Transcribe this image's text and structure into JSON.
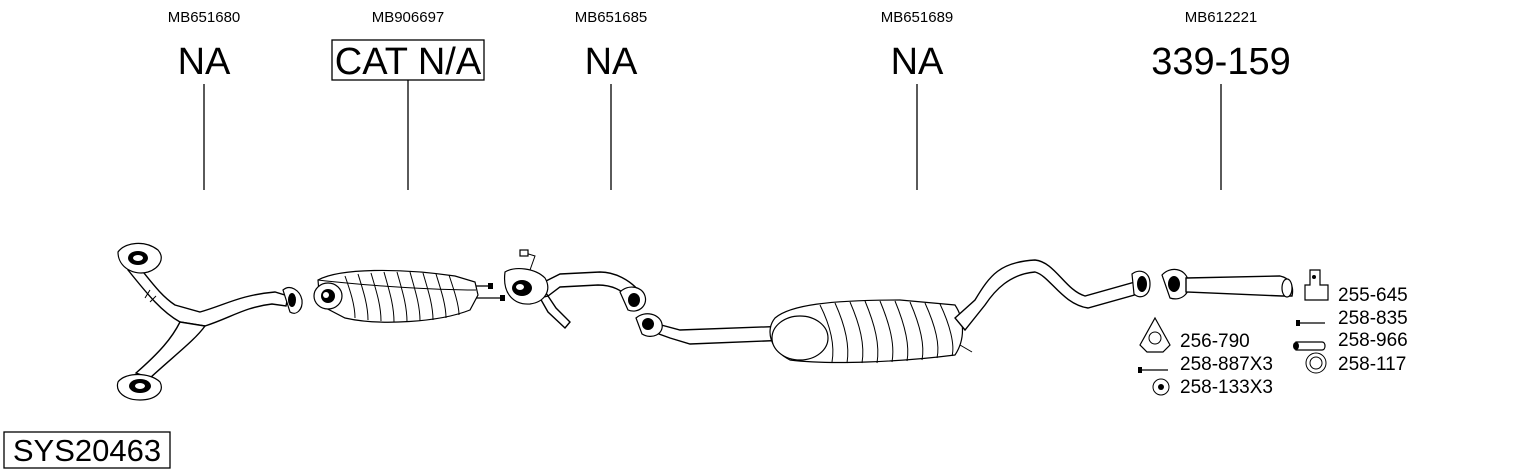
{
  "system_code": "SYS20463",
  "parts": [
    {
      "oe": "MB651680",
      "ref": "NA",
      "boxed": false
    },
    {
      "oe": "MB906697",
      "ref": "CAT N/A",
      "boxed": true
    },
    {
      "oe": "MB651685",
      "ref": "NA",
      "boxed": false
    },
    {
      "oe": "MB651689",
      "ref": "NA",
      "boxed": false
    },
    {
      "oe": "MB612221",
      "ref": "339-159",
      "boxed": false
    }
  ],
  "accessories": [
    {
      "code": "255-645",
      "icon": "bracket-icon"
    },
    {
      "code": "258-835",
      "icon": "bolt-icon"
    },
    {
      "code": "256-790",
      "icon": "gasket-icon"
    },
    {
      "code": "258-966",
      "icon": "sleeve-icon"
    },
    {
      "code": "258-887X3",
      "icon": "bolt-icon"
    },
    {
      "code": "258-117",
      "icon": "ring-icon"
    },
    {
      "code": "258-133X3",
      "icon": "washer-icon"
    }
  ]
}
